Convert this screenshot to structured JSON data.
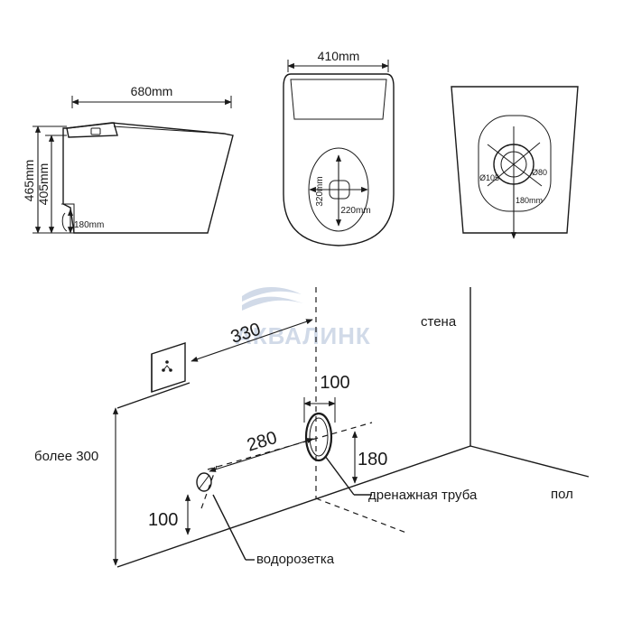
{
  "side_view": {
    "width_label": "680mm",
    "height_total_label": "465mm",
    "height_seat_label": "405mm",
    "outlet_label": "180mm"
  },
  "top_view": {
    "width_label": "410mm",
    "bowl_length_label": "320mm",
    "bowl_width_label": "220mm"
  },
  "bottom_view": {
    "outer_diameter_label": "Ø105",
    "inner_diameter_label": "Ø80",
    "offset_label": "180mm"
  },
  "install_plan": {
    "dim_330": "330",
    "dim_100_top": "100",
    "dim_280": "280",
    "dim_180": "180",
    "dim_100_left": "100",
    "dim_more_300": "более 300",
    "label_wall": "стена",
    "label_floor": "пол",
    "label_drain": "дренажная труба",
    "label_water": "водорозетка"
  },
  "watermark": {
    "text": "АКВАЛИНК",
    "color": "#c9d4e4"
  }
}
